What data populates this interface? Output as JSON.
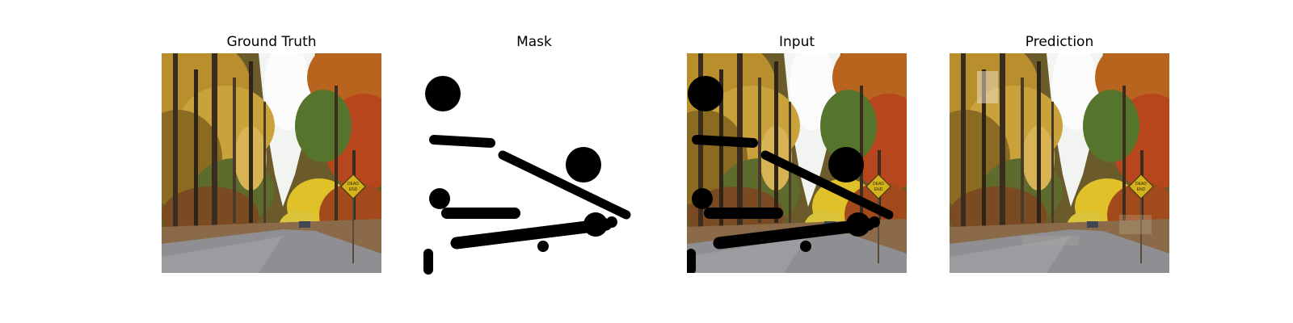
{
  "figure": {
    "panels": [
      {
        "title": "Ground Truth"
      },
      {
        "title": "Mask"
      },
      {
        "title": "Input"
      },
      {
        "title": "Prediction"
      }
    ]
  },
  "colors": {
    "background": "#ffffff",
    "mask_hole": "#000000",
    "sky": "#f2f4f2",
    "road": "#8f8f93",
    "foliage_gold": "#c79a2a",
    "foliage_red": "#b8461c",
    "foliage_green": "#4f6a2a",
    "trunk": "#3a2d1f",
    "sign_yellow": "#d4b21c"
  }
}
